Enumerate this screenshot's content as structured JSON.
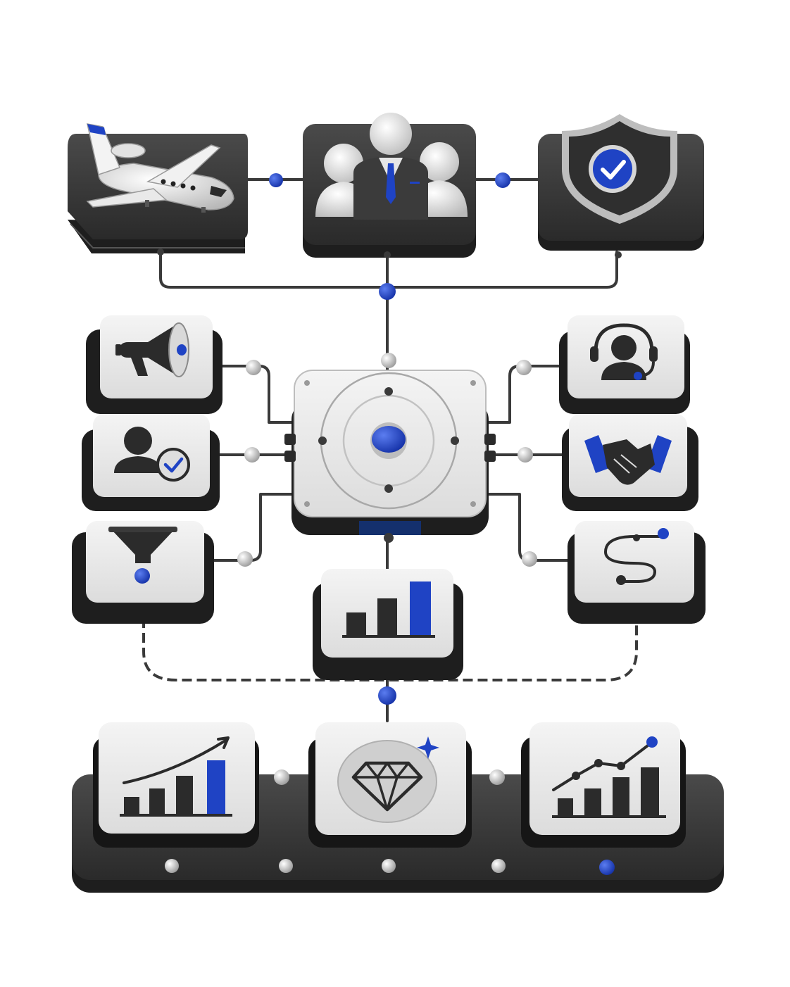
{
  "colors": {
    "accent": "#1f43c4",
    "dark": "#2b2b2b",
    "light": "#ececec",
    "wire": "#3a3a3a",
    "node": "#c9c9c9"
  },
  "top_row": [
    {
      "name": "private-jet-tile",
      "icon": "jet-icon"
    },
    {
      "name": "executive-team-tile",
      "icon": "executive-team-icon"
    },
    {
      "name": "security-shield-tile",
      "icon": "shield-check-icon"
    }
  ],
  "hub": {
    "name": "central-hub",
    "icon": "target-hub-icon"
  },
  "left_column": [
    {
      "name": "marketing-tile",
      "icon": "megaphone-icon"
    },
    {
      "name": "verified-user-tile",
      "icon": "user-check-icon"
    },
    {
      "name": "funnel-tile",
      "icon": "funnel-icon"
    }
  ],
  "right_column": [
    {
      "name": "support-tile",
      "icon": "headset-agent-icon"
    },
    {
      "name": "partnership-tile",
      "icon": "handshake-icon"
    },
    {
      "name": "journey-tile",
      "icon": "journey-path-icon"
    }
  ],
  "analytics": {
    "name": "analytics-tile",
    "icon": "bar-chart-icon"
  },
  "bottom_row": [
    {
      "name": "growth-tile",
      "icon": "growth-chart-icon"
    },
    {
      "name": "premium-value-tile",
      "icon": "diamond-icon"
    },
    {
      "name": "performance-tile",
      "icon": "line-bar-chart-icon"
    }
  ]
}
